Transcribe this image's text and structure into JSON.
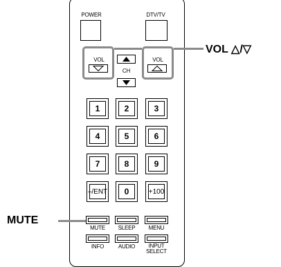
{
  "remote": {
    "power_label": "POWER",
    "dtvtv_label": "DTV/TV",
    "vol_left_label": "VOL",
    "vol_right_label": "VOL",
    "ch_label": "CH",
    "keypad": [
      "1",
      "2",
      "3",
      "4",
      "5",
      "6",
      "7",
      "8",
      "9",
      "–/ENT",
      "0",
      "+100"
    ],
    "bottom_row1": [
      "MUTE",
      "SLEEP",
      "MENU"
    ],
    "bottom_row2": [
      "INFO",
      "AUDIO",
      "INPUT\nSELECT"
    ]
  },
  "callouts": {
    "vol": "VOL △/▽",
    "mute": "MUTE"
  },
  "colors": {
    "highlight": "#8a8a8a",
    "line": "#000000"
  }
}
